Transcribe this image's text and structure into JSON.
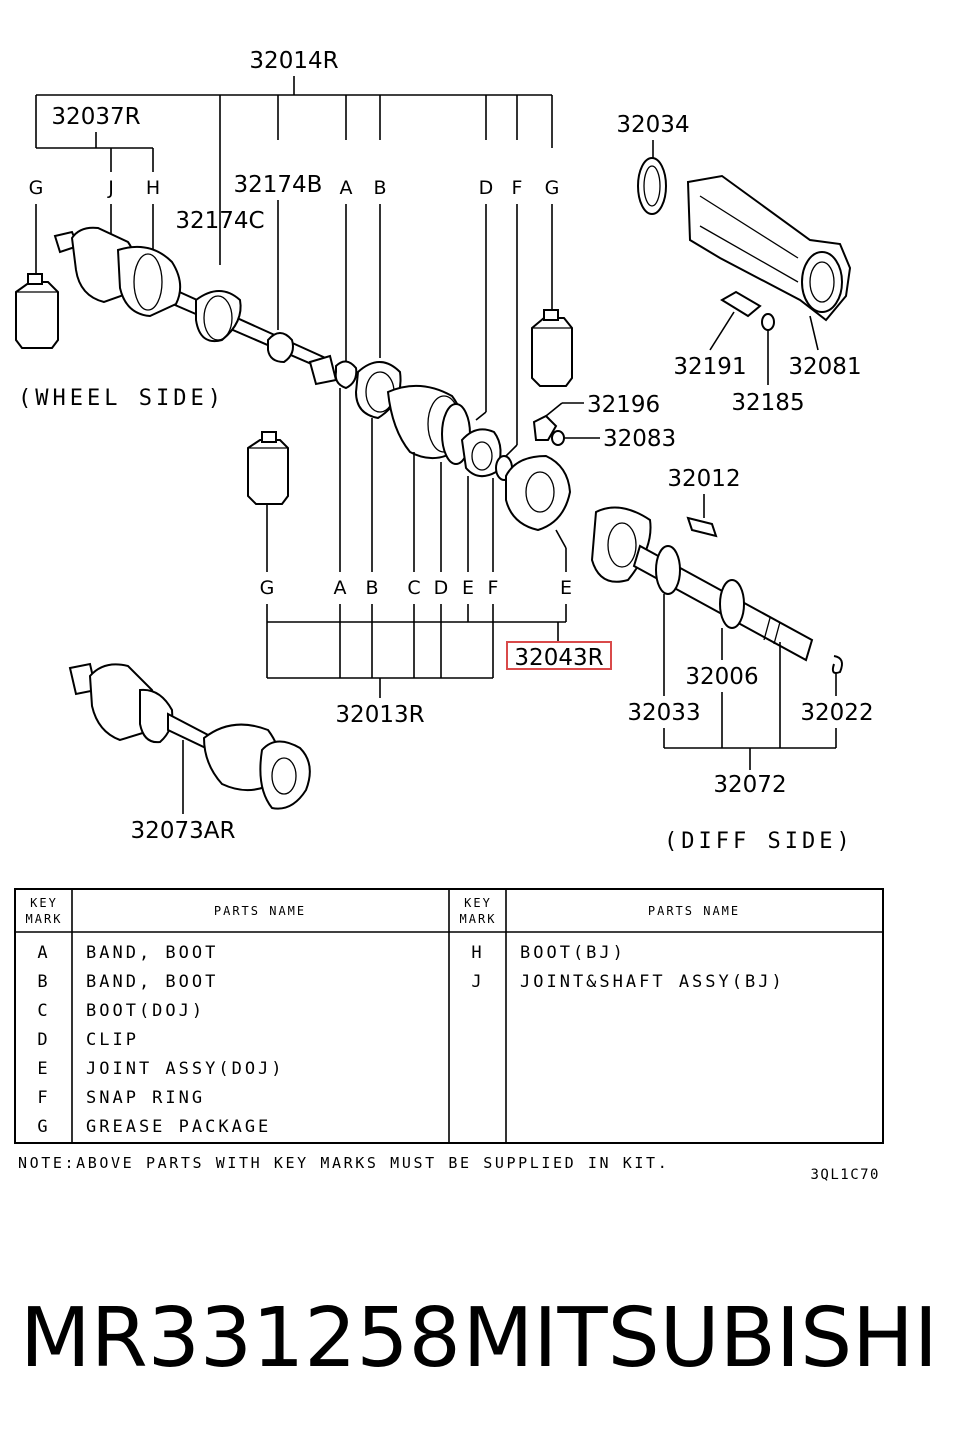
{
  "diagram": {
    "part_numbers": {
      "p32014R": "32014R",
      "p32037R": "32037R",
      "p32174B": "32174B",
      "p32174C": "32174C",
      "p32034": "32034",
      "p32191": "32191",
      "p32081": "32081",
      "p32185": "32185",
      "p32196": "32196",
      "p32083": "32083",
      "p32012": "32012",
      "p32043R": "32043R",
      "p32013R": "32013R",
      "p32006": "32006",
      "p32033": "32033",
      "p32022": "32022",
      "p32072": "32072",
      "p32073AR": "32073AR"
    },
    "side_labels": {
      "wheel": "(WHEEL SIDE)",
      "diff": "(DIFF SIDE)"
    },
    "key_letters": {
      "G": "G",
      "J": "J",
      "H": "H",
      "A": "A",
      "B": "B",
      "C": "C",
      "D": "D",
      "E": "E",
      "F": "F"
    },
    "highlight_color": "#d94a4a"
  },
  "table": {
    "header_key_line1": "KEY",
    "header_key_line2": "MARK",
    "header_parts": "PARTS NAME",
    "left_rows": [
      {
        "mark": "A",
        "name": "BAND, BOOT"
      },
      {
        "mark": "B",
        "name": "BAND, BOOT"
      },
      {
        "mark": "C",
        "name": "BOOT(DOJ)"
      },
      {
        "mark": "D",
        "name": "CLIP"
      },
      {
        "mark": "E",
        "name": "JOINT ASSY(DOJ)"
      },
      {
        "mark": "F",
        "name": "SNAP RING"
      },
      {
        "mark": "G",
        "name": "GREASE PACKAGE"
      }
    ],
    "right_rows": [
      {
        "mark": "H",
        "name": "BOOT(BJ)"
      },
      {
        "mark": "J",
        "name": "JOINT&SHAFT ASSY(BJ)"
      }
    ]
  },
  "note": "NOTE:ABOVE PARTS WITH KEY MARKS MUST BE SUPPLIED IN KIT.",
  "drawing_code": "3QL1C70",
  "footer": {
    "part_number": "MR331258",
    "brand": "MITSUBISHI"
  }
}
